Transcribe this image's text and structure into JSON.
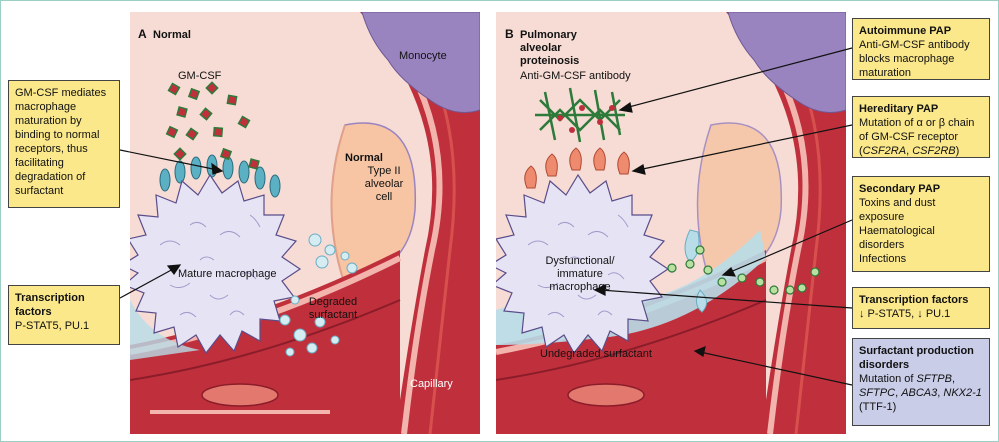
{
  "panel_a": {
    "letter": "A",
    "title": "Normal",
    "gmcsf": "GM-CSF",
    "monocyte": "Monocyte",
    "normal_label": "Normal",
    "type2_cell": "Type II alveolar cell",
    "mature_macrophage": "Mature macrophage",
    "degraded_surfactant": "Degraded surfactant",
    "capillary": "Capillary"
  },
  "panel_b": {
    "letter": "B",
    "title": "Pulmonary alveolar proteinosis",
    "antibody": "Anti-GM-CSF antibody",
    "macrophage": "Dysfunctional/ immature macrophage",
    "undegraded": "Undegraded surfactant"
  },
  "left_boxes": {
    "gmcsf_text": "GM-CSF mediates macrophage maturation by binding to normal receptors, thus facilitating degradation of surfactant",
    "tf_title": "Transcription factors",
    "tf_text": "P-STAT5, PU.1"
  },
  "right_boxes": {
    "autoimmune_title": "Autoimmune PAP",
    "autoimmune_text": "Anti-GM-CSF antibody blocks macrophage maturation",
    "hereditary_title": "Hereditary PAP",
    "hereditary_text1": "Mutation of α or β chain of GM-CSF receptor (",
    "hereditary_gene1": "CSF2RA",
    "hereditary_sep": ", ",
    "hereditary_gene2": "CSF2RB",
    "hereditary_end": ")",
    "secondary_title": "Secondary PAP",
    "secondary_items": [
      "Toxins and dust exposure",
      "Haematological disorders",
      "Infections"
    ],
    "tf_title": "Transcription factors",
    "tf_text": "↓ P-STAT5, ↓ PU.1",
    "surf_title": "Surfactant production disorders",
    "surf_text1": "Mutation of ",
    "surf_gene1": "SFTPB",
    "surf_sep1": ",",
    "surf_gene2": "SFTPC",
    "surf_sep2": ", ",
    "surf_gene3": "ABCA3",
    "surf_sep3": ",",
    "surf_gene4": "NKX2-1",
    "surf_end": " (TTF-1)"
  },
  "colors": {
    "tissue": "#c0303c",
    "alveolus": "#f6dcd4",
    "macrophage": "#e6e4f4",
    "monocyte": "#9a84c0",
    "type2_cell": "#f7c5a4",
    "surfactant": "#b8dde8",
    "box_yellow": "#fbe88a",
    "box_blue": "#c9cde8",
    "receptor_normal": "#5bb0c4",
    "receptor_abnormal": "#ee8a6e",
    "antibody": "#2d7a3a",
    "gmcsf": "#c0303c"
  }
}
